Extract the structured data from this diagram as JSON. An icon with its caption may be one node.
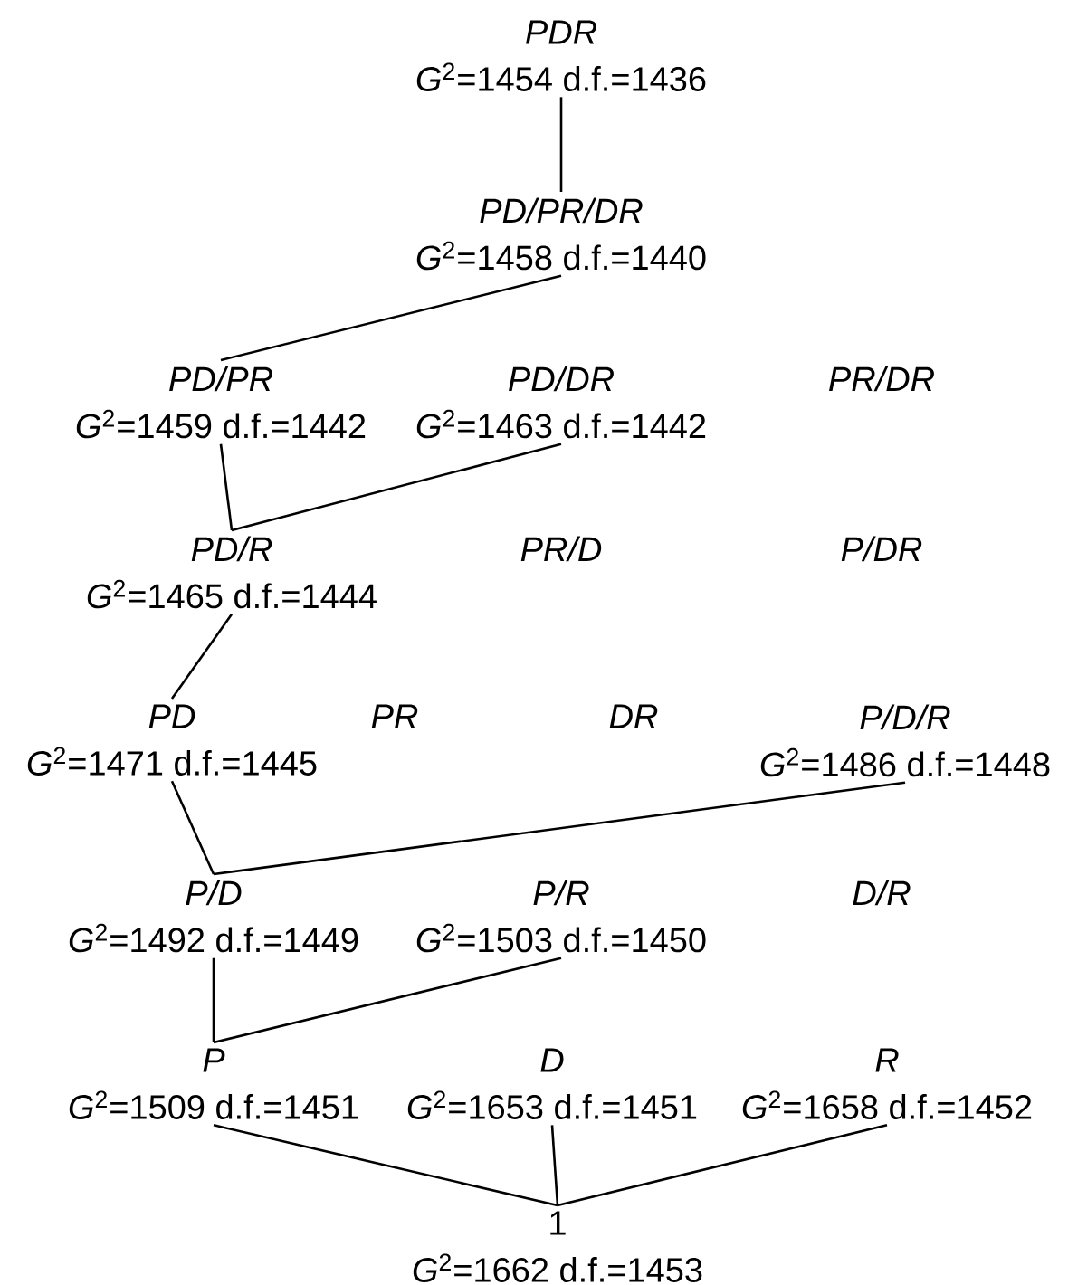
{
  "diagram": {
    "nodes": [
      {
        "text": [
          "PDR",
          "*G*$^{2}$=1454 d.f.=1436"
        ]
      },
      {
        "text": [
          "PD/PR/DR",
          "*G*$^{2}$=1458 d.f.=1440"
        ]
      },
      {
        "text": [
          "PD/PR",
          "*G*$^{2}$=1459 d.f.=1442"
        ]
      },
      {
        "text": [
          "PD/DR",
          "*G*$^{2}$=1463 d.f.=1442"
        ]
      },
      {
        "text": [
          "PR/DR"
        ]
      },
      {
        "text": [
          "PD/R",
          "*G*$^{2}$=1465 d.f.=1444"
        ]
      },
      {
        "text": [
          "PR/D"
        ]
      },
      {
        "text": [
          "P/DR"
        ]
      },
      {
        "text": [
          "PD",
          "*G*$^{2}$=1471 d.f.=1445"
        ]
      },
      {
        "text": [
          "PR"
        ]
      },
      {
        "text": [
          "DR"
        ]
      },
      {
        "text": [
          "P/D/R",
          "*G*$^{2}$=1486 d.f.=1448"
        ]
      },
      {
        "text": [
          "P/D",
          "*G*$^{2}$=1492 d.f.=1449"
        ]
      },
      {
        "text": [
          "P/R",
          "*G*$^{2}$=1503 d.f.=1450"
        ]
      },
      {
        "text": [
          "D/R"
        ]
      },
      {
        "text": [
          "P",
          "*G*$^{2}$=1509 d.f.=1451"
        ]
      },
      {
        "text": [
          "D",
          "*G*$^{2}$=1653 d.f.=1451"
        ]
      },
      {
        "text": [
          "R",
          "*G*$^{2}$=1658 d.f.=1452"
        ]
      },
      {
        "text": [
          "1",
          "*G*$^{2}$=1662 d.f.=1453"
        ]
      }
    ],
    "edges": [
      {
        "from": 0,
        "to": 1,
        "arrow": "none"
      },
      {
        "from": 1,
        "to": 2,
        "arrow": "none"
      },
      {
        "from": 2,
        "to": 5,
        "arrow": "none"
      },
      {
        "from": 3,
        "to": 5,
        "arrow": "none"
      },
      {
        "from": 5,
        "to": 8,
        "arrow": "none"
      },
      {
        "from": 8,
        "to": 12,
        "arrow": "none"
      },
      {
        "from": 11,
        "to": 12,
        "arrow": "none"
      },
      {
        "from": 12,
        "to": 15,
        "arrow": "none"
      },
      {
        "from": 13,
        "to": 15,
        "arrow": "none"
      },
      {
        "from": 15,
        "to": 18,
        "arrow": "none"
      },
      {
        "from": 16,
        "to": 18,
        "arrow": "none"
      },
      {
        "from": 17,
        "to": 18,
        "arrow": "none"
      }
    ]
  }
}
